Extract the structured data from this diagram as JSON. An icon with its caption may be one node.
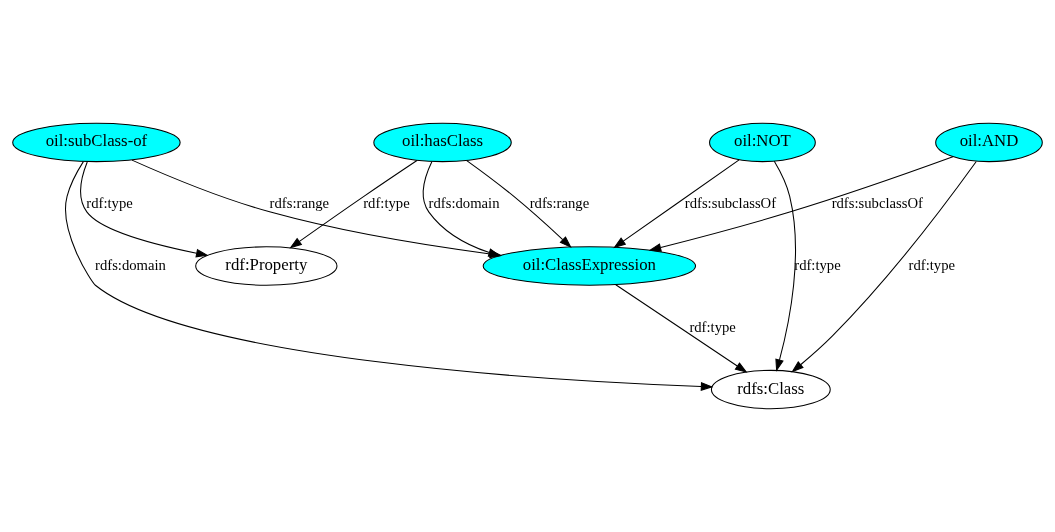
{
  "diagram": {
    "nodes": [
      {
        "text": [
          "rdf:Property"
        ]
      },
      {
        "text": [
          "oil:hasClass"
        ]
      },
      {
        "text": [
          "oil:ClassExpression"
        ]
      },
      {
        "text": [
          "oil:subClass-of"
        ]
      },
      {
        "text": [
          "oil:AND"
        ]
      },
      {
        "text": [
          "oil:NOT"
        ]
      },
      {
        "text": [
          "rdfs:Class"
        ]
      }
    ],
    "edges": [
      {
        "from": 1,
        "to": 0,
        "arrow": "to",
        "label": "rdf:type"
      },
      {
        "from": 1,
        "to": 2,
        "arrow": "to",
        "label": "rdfs:range"
      },
      {
        "from": 1,
        "to": 2,
        "arrow": "to",
        "label": "rdfs:domain"
      },
      {
        "from": 3,
        "to": 0,
        "arrow": "to",
        "label": "rdf:type"
      },
      {
        "from": 3,
        "to": 2,
        "arrow": "to",
        "label": "rdfs:range"
      },
      {
        "from": 3,
        "to": 6,
        "arrow": "to",
        "label": "rdfs:domain"
      },
      {
        "from": 4,
        "to": 2,
        "arrow": "to",
        "label": "rdfs:subclassOf"
      },
      {
        "from": 5,
        "to": 2,
        "arrow": "to",
        "label": "rdfs:subclassOf"
      },
      {
        "from": 2,
        "to": 6,
        "arrow": "to",
        "label": "rdf:type"
      },
      {
        "from": 4,
        "to": 6,
        "arrow": "to",
        "label": "rdf:type"
      },
      {
        "from": 5,
        "to": 6,
        "arrow": "to",
        "label": "rdf:type"
      }
    ]
  }
}
